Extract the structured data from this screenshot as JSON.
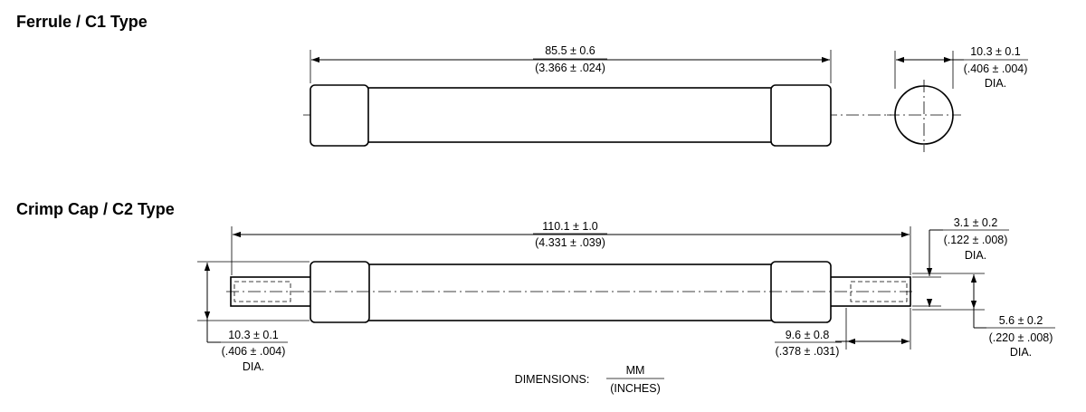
{
  "ferrule": {
    "title": "Ferrule / C1 Type",
    "length_mm": "85.5 ± 0.6",
    "length_in": "(3.366 ± .024)",
    "dia_mm": "10.3 ± 0.1",
    "dia_in": "(.406 ± .004)",
    "dia_label": "DIA."
  },
  "crimp": {
    "title": "Crimp Cap / C2 Type",
    "length_mm": "110.1 ± 1.0",
    "length_in": "(4.331 ± .039)",
    "pin_dia_mm": "3.1 ± 0.2",
    "pin_dia_in": "(.122 ± .008)",
    "pin_dia_label": "DIA.",
    "body_dia_mm": "10.3 ± 0.1",
    "body_dia_in": "(.406 ± .004)",
    "body_dia_label": "DIA.",
    "pin_len_mm": "9.6 ± 0.8",
    "pin_len_in": "(.378 ± .031)",
    "cap_dia_mm": "5.6 ± 0.2",
    "cap_dia_in": "(.220 ± .008)",
    "cap_dia_label": "DIA."
  },
  "legend": {
    "label": "DIMENSIONS:",
    "unit_top": "MM",
    "unit_bottom": "(INCHES)"
  }
}
